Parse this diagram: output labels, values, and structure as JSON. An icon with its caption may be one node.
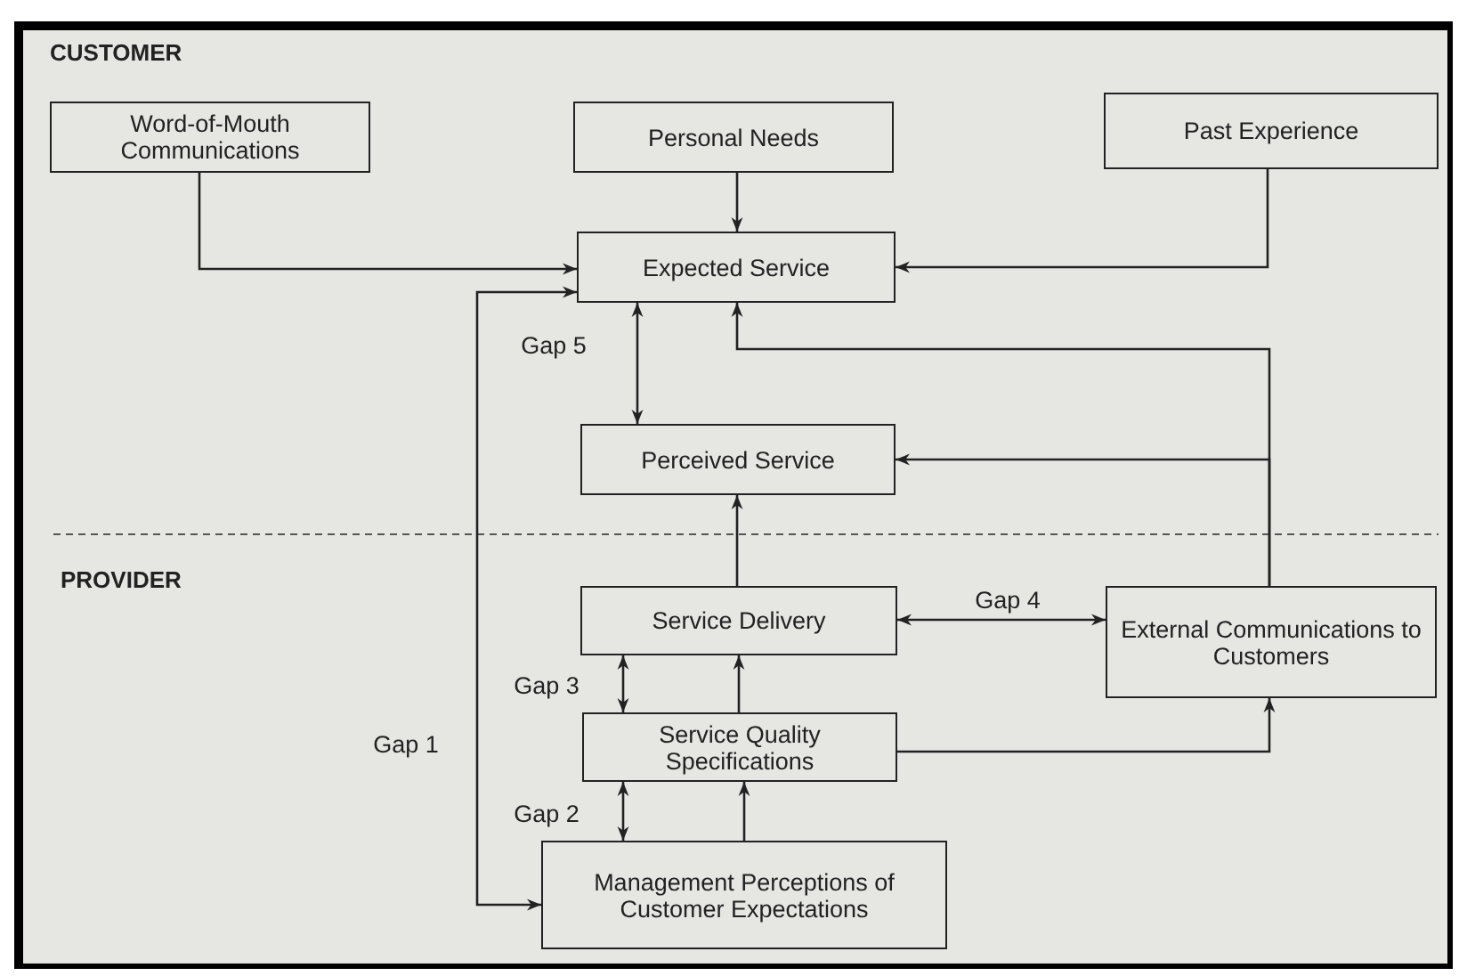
{
  "diagram": {
    "nodes": [
      {
        "text": [
          "Word-of-Mouth Communications"
        ]
      },
      {
        "text": [
          "Personal Needs"
        ]
      },
      {
        "text": [
          "Past Experience"
        ]
      },
      {
        "text": [
          "Expected Service"
        ]
      },
      {
        "text": [
          "Perceived Service"
        ]
      },
      {
        "text": [
          "Service Delivery"
        ]
      },
      {
        "text": [
          "External Communications to Customers"
        ]
      },
      {
        "text": [
          "Service Quality Specifications"
        ]
      },
      {
        "text": [
          "Management Perceptions of Customer Expectations"
        ]
      }
    ],
    "edges": [
      {
        "from": 0,
        "to": 3,
        "arrow": "to"
      },
      {
        "from": 1,
        "to": 3,
        "arrow": "to"
      },
      {
        "from": 2,
        "to": 3,
        "arrow": "to"
      },
      {
        "from": 8,
        "to": 3,
        "arrow": "both",
        "label": "Gap 1"
      },
      {
        "from": 3,
        "to": 4,
        "arrow": "both",
        "label": "Gap 5"
      },
      {
        "from": 6,
        "to": 3,
        "arrow": "to"
      },
      {
        "from": 6,
        "to": 4,
        "arrow": "to"
      },
      {
        "from": 5,
        "to": 4,
        "arrow": "to"
      },
      {
        "from": 5,
        "to": 6,
        "arrow": "both",
        "label": "Gap 4"
      },
      {
        "from": 7,
        "to": 5,
        "arrow": "both",
        "label": "Gap 3"
      },
      {
        "from": 7,
        "to": 5,
        "arrow": "to"
      },
      {
        "from": 7,
        "to": 6,
        "arrow": "to"
      },
      {
        "from": 8,
        "to": 7,
        "arrow": "both",
        "label": "Gap 2"
      },
      {
        "from": 8,
        "to": 7,
        "arrow": "to"
      }
    ],
    "labels": [
      "CUSTOMER",
      "PROVIDER"
    ]
  }
}
